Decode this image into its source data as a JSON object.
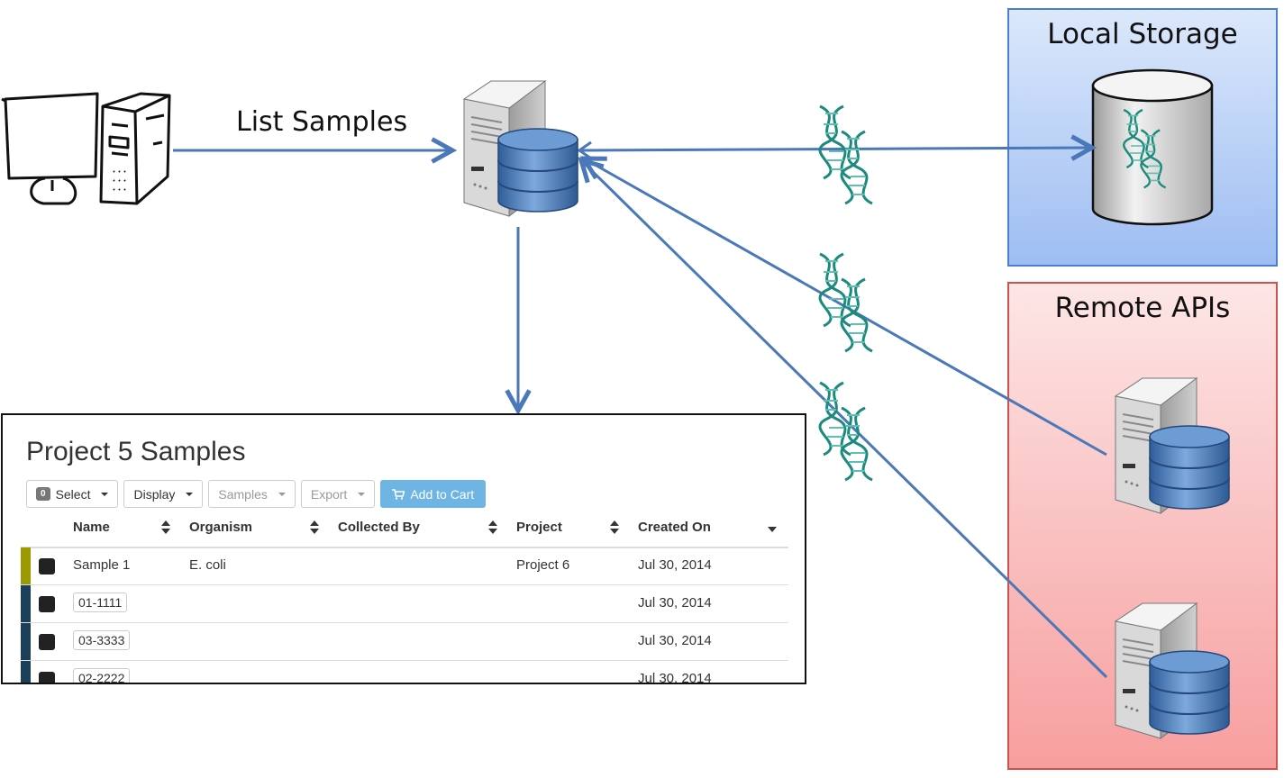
{
  "arrow_label": "List Samples",
  "local_storage": {
    "title": "Local Storage"
  },
  "remote_apis": {
    "title": "Remote APIs"
  },
  "colors": {
    "arrow": "#4a78b8",
    "local_storage_fill_top": "#dce8fb",
    "local_storage_fill_bottom": "#9dbdf2",
    "remote_fill_top": "#fde6e6",
    "remote_fill_bottom": "#f79e9e",
    "dna": "#1c8a7c",
    "table_header_text": "#333333",
    "add_to_cart_button": "#6eb5e3"
  },
  "samples_panel": {
    "title": "Project 5 Samples",
    "toolbar": {
      "select_count": "0",
      "select_label": "Select",
      "display_label": "Display",
      "samples_label": "Samples",
      "export_label": "Export",
      "add_to_cart_label": "Add to Cart"
    },
    "columns": [
      "Name",
      "Organism",
      "Collected By",
      "Project",
      "Created On"
    ],
    "rows": [
      {
        "name": "Sample 1",
        "organism": "E. coli",
        "collected_by": "",
        "project": "Project 6",
        "created_on": "Jul 30, 2014",
        "bar_color": "#9c9a00"
      },
      {
        "name": "01-1111",
        "organism": "",
        "collected_by": "",
        "project": "",
        "created_on": "Jul 30, 2014",
        "bar_color": "#1c3f5a"
      },
      {
        "name": "03-3333",
        "organism": "",
        "collected_by": "",
        "project": "",
        "created_on": "Jul 30, 2014",
        "bar_color": "#1c3f5a"
      },
      {
        "name": "02-2222",
        "organism": "",
        "collected_by": "",
        "project": "",
        "created_on": "Jul 30, 2014",
        "bar_color": "#1c3f5a"
      }
    ]
  }
}
